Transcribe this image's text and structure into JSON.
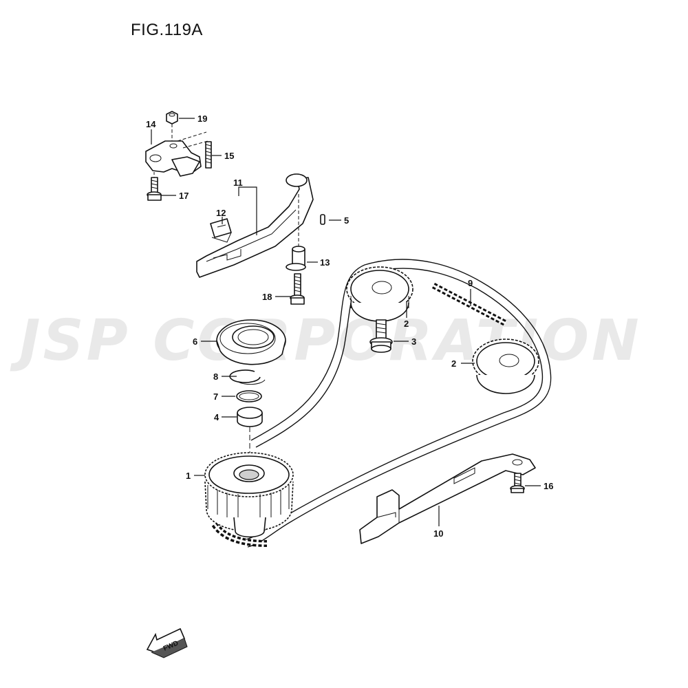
{
  "figure": {
    "title": "FIG.119A",
    "watermark": "JSP CORPORATION",
    "fwd_label": "FWD"
  },
  "callouts": {
    "c1": "1",
    "c2a": "2",
    "c2b": "2",
    "c3": "3",
    "c4": "4",
    "c5": "5",
    "c6": "6",
    "c7": "7",
    "c8": "8",
    "c9": "9",
    "c10": "10",
    "c11": "11",
    "c12": "12",
    "c13": "13",
    "c14": "14",
    "c15": "15",
    "c16": "16",
    "c17": "17",
    "c18": "18",
    "c19": "19"
  }
}
